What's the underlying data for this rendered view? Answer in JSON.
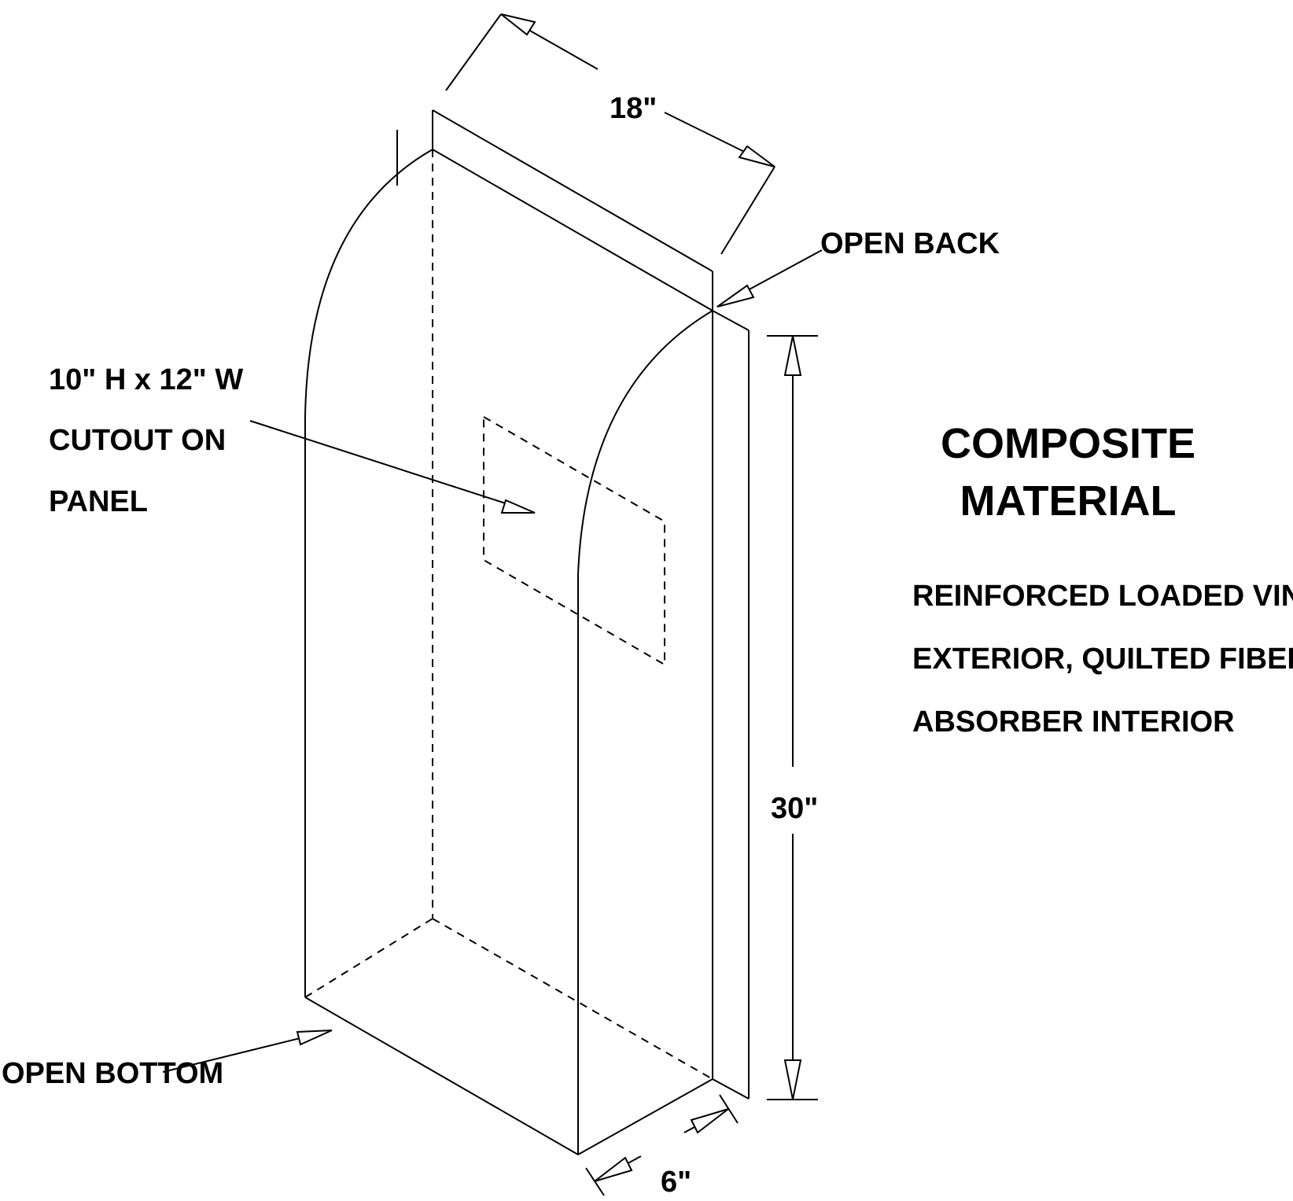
{
  "labels": {
    "width_dim": "18\"",
    "height_dim": "30\"",
    "depth_dim": "6\"",
    "open_back": "OPEN BACK",
    "open_bottom": "OPEN BOTTOM",
    "cutout_line1": "10\" H x 12\" W",
    "cutout_line2": "CUTOUT ON",
    "cutout_line3": "PANEL"
  },
  "material": {
    "title_line1": "COMPOSITE",
    "title_line2": "MATERIAL",
    "desc_line1": "REINFORCED LOADED VINYL",
    "desc_line2": "EXTERIOR, QUILTED FIBERGLASS",
    "desc_line3": "ABSORBER INTERIOR"
  }
}
